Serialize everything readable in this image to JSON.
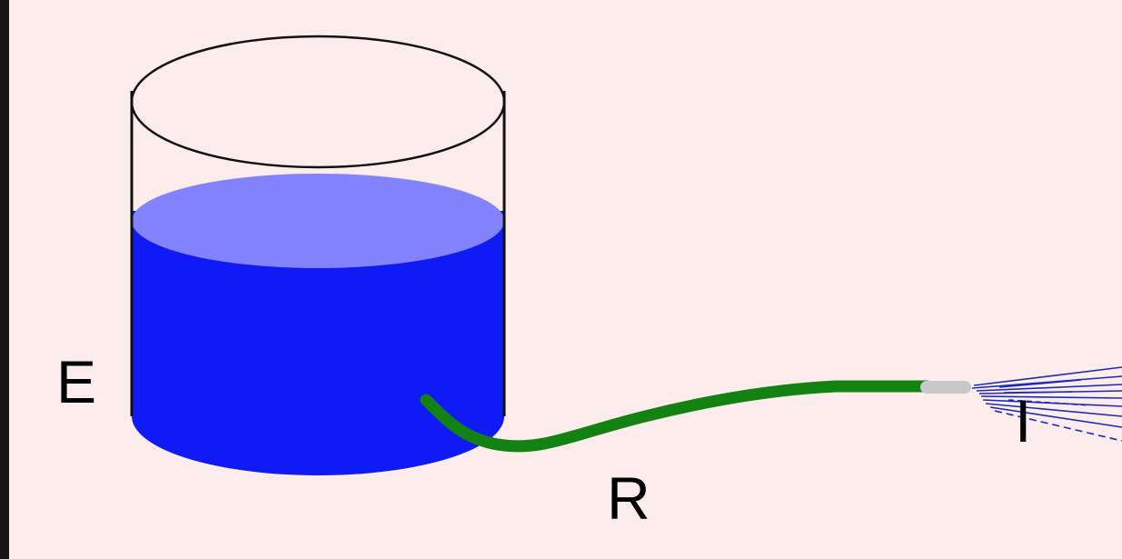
{
  "diagram": {
    "labels": {
      "reservoir": "E",
      "hose": "R",
      "output": "I"
    },
    "colors": {
      "background": "#FDECEC",
      "water_side": "#0F1AF5",
      "water_surface": "#8383FF",
      "hose": "#138213",
      "nozzle": "#C8C8C8",
      "spray": "#1A2AB8",
      "outline": "#111111"
    },
    "icons": [
      "cylinder-tank",
      "hose",
      "nozzle",
      "water-spray"
    ]
  }
}
